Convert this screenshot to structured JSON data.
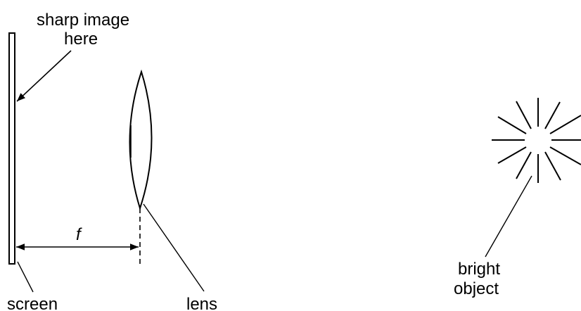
{
  "labels": {
    "sharp_image_line1": "sharp image",
    "sharp_image_line2": "here",
    "focal_length": "f",
    "screen": "screen",
    "lens": "lens",
    "bright_line1": "bright",
    "bright_line2": "object"
  },
  "colors": {
    "ink": "#000000",
    "background": "#ffffff"
  }
}
